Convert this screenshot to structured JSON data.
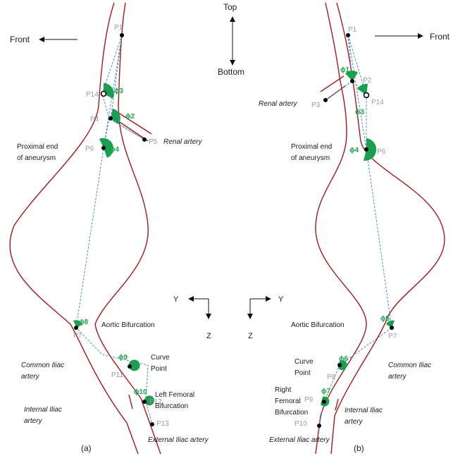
{
  "orientation": {
    "top": "Top",
    "bottom": "Bottom",
    "front_left": "Front",
    "front_right": "Front",
    "axis_y_left": "Y",
    "axis_z_left": "Z",
    "axis_y_right": "Y",
    "axis_z_right": "Z"
  },
  "panel_a": {
    "caption": "(a)",
    "points": [
      "P1",
      "P14",
      "P4",
      "P5",
      "P6",
      "P7",
      "P11",
      "P12",
      "P13"
    ],
    "angles": [
      "ϕ3",
      "ϕ2",
      "ϕ4",
      "ϕ8",
      "ϕ9",
      "ϕ10"
    ],
    "labels": {
      "renal_artery": "Renal artery",
      "proximal_1": "Proximal end",
      "proximal_2": "of aneurysm",
      "aortic_bifurcation": "Aortic Bifurcation",
      "curve_1": "Curve",
      "curve_2": "Point",
      "common_iliac_1": "Common Iliac",
      "common_iliac_2": "artery",
      "left_femoral_1": "Left Femoral",
      "left_femoral_2": "Bifurcation",
      "internal_iliac_1": "Internal Iliac",
      "internal_iliac_2": "artery",
      "external_iliac": "External Iliac artery"
    }
  },
  "panel_b": {
    "caption": "(b)",
    "points": [
      "P1",
      "P2",
      "P3",
      "P14",
      "P6",
      "P7",
      "P8",
      "P9",
      "P10"
    ],
    "angles": [
      "ϕ1",
      "ϕ3",
      "ϕ4",
      "ϕ5",
      "ϕ6",
      "ϕ7"
    ],
    "labels": {
      "renal_artery": "Renal artery",
      "proximal_1": "Proximal end",
      "proximal_2": "of aneurysm",
      "aortic_bifurcation": "Aortic Bifurcation",
      "curve_1": "Curve",
      "curve_2": "Point",
      "common_iliac_1": "Common Iliac",
      "common_iliac_2": "artery",
      "right_femoral_1": "Right",
      "right_femoral_2": "Femoral",
      "right_femoral_3": "Bifurcation",
      "internal_iliac_1": "Internal Iliac",
      "internal_iliac_2": "artery",
      "external_iliac": "External Iliac artery"
    }
  }
}
